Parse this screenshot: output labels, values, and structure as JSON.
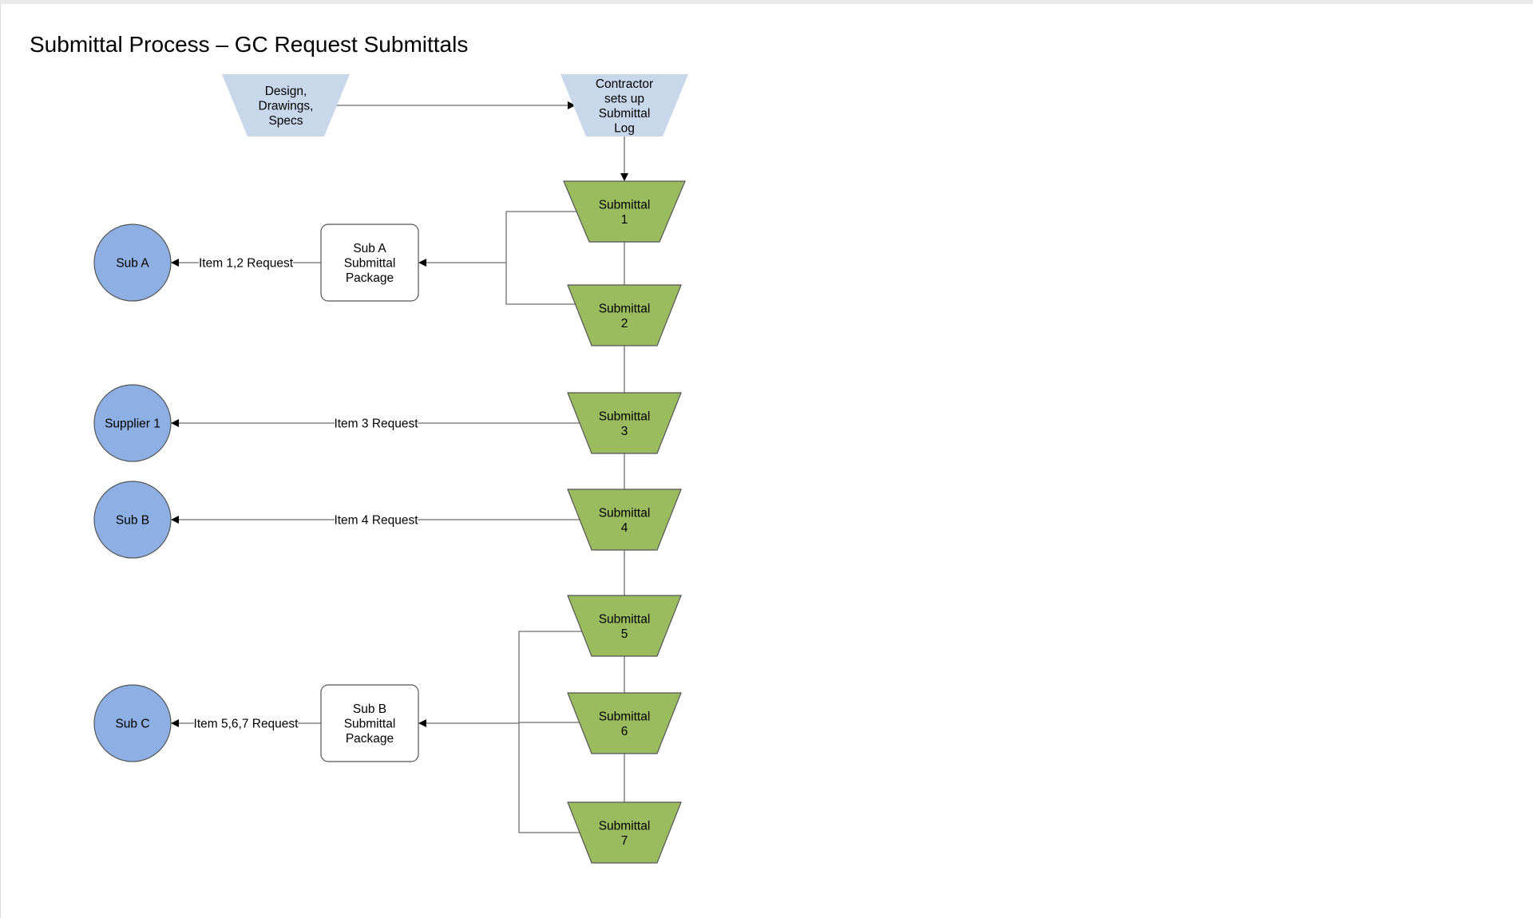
{
  "title": "Submittal Process – GC Request Submittals",
  "colors": {
    "input_fill": "#c9d7ea",
    "submittal_fill": "#9bbb5f",
    "party_fill": "#8dafe3",
    "package_fill": "#ffffff",
    "stroke": "#555555"
  },
  "nodes": {
    "design_specs": {
      "label": [
        "Design,",
        "Drawings,",
        "Specs"
      ]
    },
    "submittal_log": {
      "label": [
        "Contractor",
        "sets up",
        "Submittal",
        "Log"
      ]
    },
    "submittal_1": {
      "label": [
        "Submittal",
        "1"
      ]
    },
    "submittal_2": {
      "label": [
        "Submittal",
        "2"
      ]
    },
    "submittal_3": {
      "label": [
        "Submittal",
        "3"
      ]
    },
    "submittal_4": {
      "label": [
        "Submittal",
        "4"
      ]
    },
    "submittal_5": {
      "label": [
        "Submittal",
        "5"
      ]
    },
    "submittal_6": {
      "label": [
        "Submittal",
        "6"
      ]
    },
    "submittal_7": {
      "label": [
        "Submittal",
        "7"
      ]
    },
    "sub_a_package": {
      "label": [
        "Sub A",
        "Submittal",
        "Package"
      ]
    },
    "sub_b_package": {
      "label": [
        "Sub B",
        "Submittal",
        "Package"
      ]
    },
    "sub_a": {
      "label": [
        "Sub A"
      ]
    },
    "supplier_1": {
      "label": [
        "Supplier 1"
      ]
    },
    "sub_b": {
      "label": [
        "Sub B"
      ]
    },
    "sub_c": {
      "label": [
        "Sub C"
      ]
    }
  },
  "edges": {
    "item_1_2": "Item 1,2 Request",
    "item_3": "Item 3 Request",
    "item_4": "Item 4 Request",
    "item_5_6_7": "Item 5,6,7 Request"
  }
}
